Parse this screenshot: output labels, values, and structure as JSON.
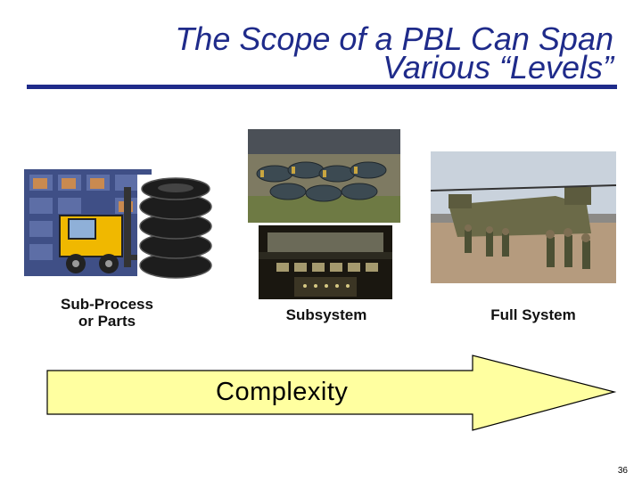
{
  "slide": {
    "title_line1": "The Scope of a PBL Can Span",
    "title_line2": "Various “Levels”",
    "page_number": "36"
  },
  "captions": {
    "sub_process": "Sub-Process\nor Parts",
    "subsystem": "Subsystem",
    "full_system": "Full System"
  },
  "arrow": {
    "label": "Complexity",
    "fill_color": "#ffffa0"
  },
  "colors": {
    "title": "#1f2b8a",
    "rule": "#1f2b8a"
  },
  "images": {
    "forklift": "forklift-clipart",
    "tires": "stacked-tires-photo",
    "munitions": "munitions-photo",
    "cockpit": "cockpit-photo",
    "helicopter": "helicopter-photo"
  }
}
